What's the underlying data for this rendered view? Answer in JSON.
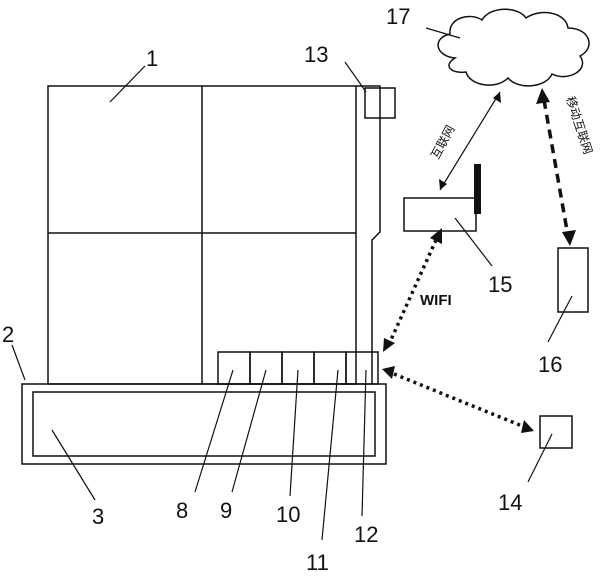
{
  "labels": {
    "n1": "1",
    "n2": "2",
    "n3": "3",
    "n8": "8",
    "n9": "9",
    "n10": "10",
    "n11": "11",
    "n12": "12",
    "n13": "13",
    "n14": "14",
    "n15": "15",
    "n16": "16",
    "n17": "17"
  },
  "links": {
    "wifi": "WIFI",
    "internet": "互联网",
    "mobile_internet": "移动互联网"
  }
}
